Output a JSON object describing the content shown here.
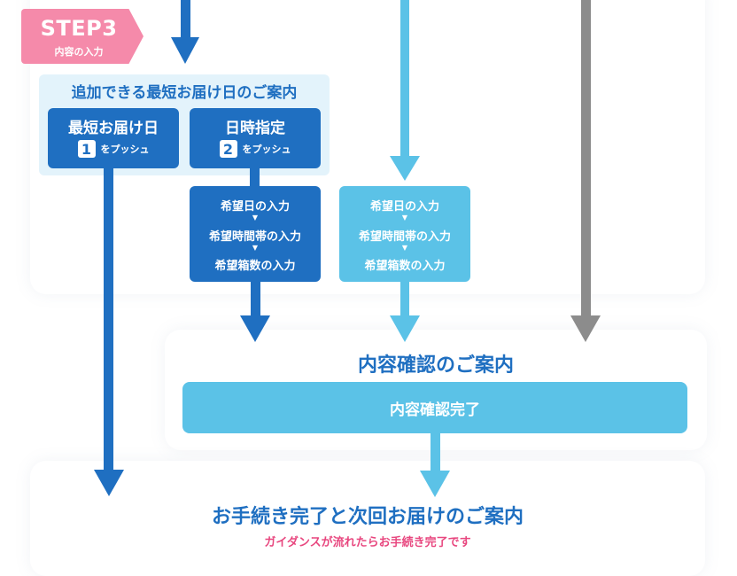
{
  "step": {
    "label": "STEP3",
    "sublabel": "内容の入力"
  },
  "options_box": {
    "title": "追加できる最短お届け日のご案内",
    "option1": {
      "title": "最短お届け日",
      "key": "1",
      "push_label": "をプッシュ"
    },
    "option2": {
      "title": "日時指定",
      "key": "2",
      "push_label": "をプッシュ"
    }
  },
  "flow_dark": {
    "line1": "希望日の入力",
    "line2": "希望時間帯の入力",
    "line3": "希望箱数の入力",
    "separator": "▼"
  },
  "flow_light": {
    "line1": "希望日の入力",
    "line2": "希望時間帯の入力",
    "line3": "希望箱数の入力",
    "separator": "▼"
  },
  "confirm": {
    "heading": "内容確認のご案内",
    "bar_label": "内容確認完了"
  },
  "final": {
    "heading": "お手続き完了と次回お届けのご案内",
    "note": "ガイダンスが流れたらお手続き完了です"
  },
  "colors": {
    "dark_blue": "#1f6fc1",
    "light_blue": "#5bc2e7",
    "gray": "#8c8c8c",
    "pink": "#f58aaa",
    "note_pink": "#e8477f",
    "box_bg": "#e3f3fb"
  }
}
